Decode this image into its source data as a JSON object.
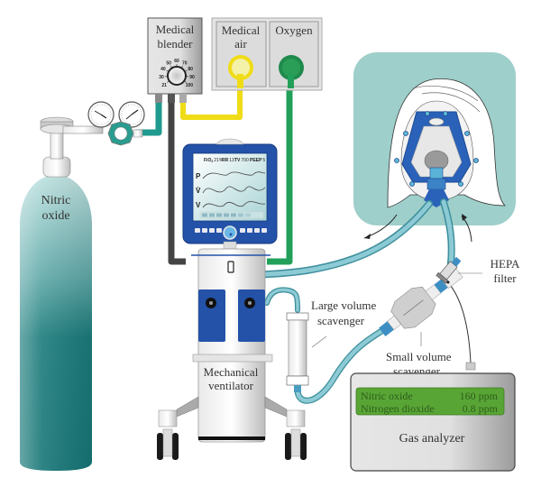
{
  "figure": {
    "type": "schematic",
    "subject": "Inhaled nitric oxide delivery via mechanical ventilator"
  },
  "labels": {
    "blender_line1": "Medical",
    "blender_line2": "blender",
    "air_line1": "Medical",
    "air_line2": "air",
    "oxygen": "Oxygen",
    "cylinder_line1": "Nitric",
    "cylinder_line2": "oxide",
    "ventilator_line1": "Mechanical",
    "ventilator_line2": "ventilator",
    "large_scav_line1": "Large volume",
    "large_scav_line2": "scavenger",
    "small_scav_line1": "Small volume",
    "small_scav_line2": "scavenger",
    "hepa_line1": "HEPA",
    "hepa_line2": "filter",
    "analyzer": "Gas analyzer"
  },
  "blender_dial": {
    "ticks": [
      "21",
      "30",
      "40",
      "50",
      "60",
      "70",
      "80",
      "90",
      "100"
    ]
  },
  "ventilator_screen": {
    "fio2_label": "FiO",
    "fio2_sub": "2",
    "fio2_value": "21%",
    "rr_label": "RR",
    "rr_value": "13",
    "tv_label": "TV",
    "tv_value": "700",
    "peep_label": "PEEP",
    "peep_value": "5",
    "wave_labels": [
      "P",
      "V̇",
      "V"
    ]
  },
  "gas_analyzer": {
    "rows": [
      {
        "name": "Nitric oxide",
        "value": "160 ppm"
      },
      {
        "name": "Nitrogen dioxide",
        "value": "0.8 ppm"
      }
    ]
  },
  "colors": {
    "cylinder": "#1a7a7a",
    "oxygen_line": "#1f9a5a",
    "air_line": "#f2e01e",
    "ventilator_blue": "#2352a8",
    "tubing": "#6bb5c2",
    "panel_bg": "#9fcfc9",
    "lcd": "#58a536"
  }
}
